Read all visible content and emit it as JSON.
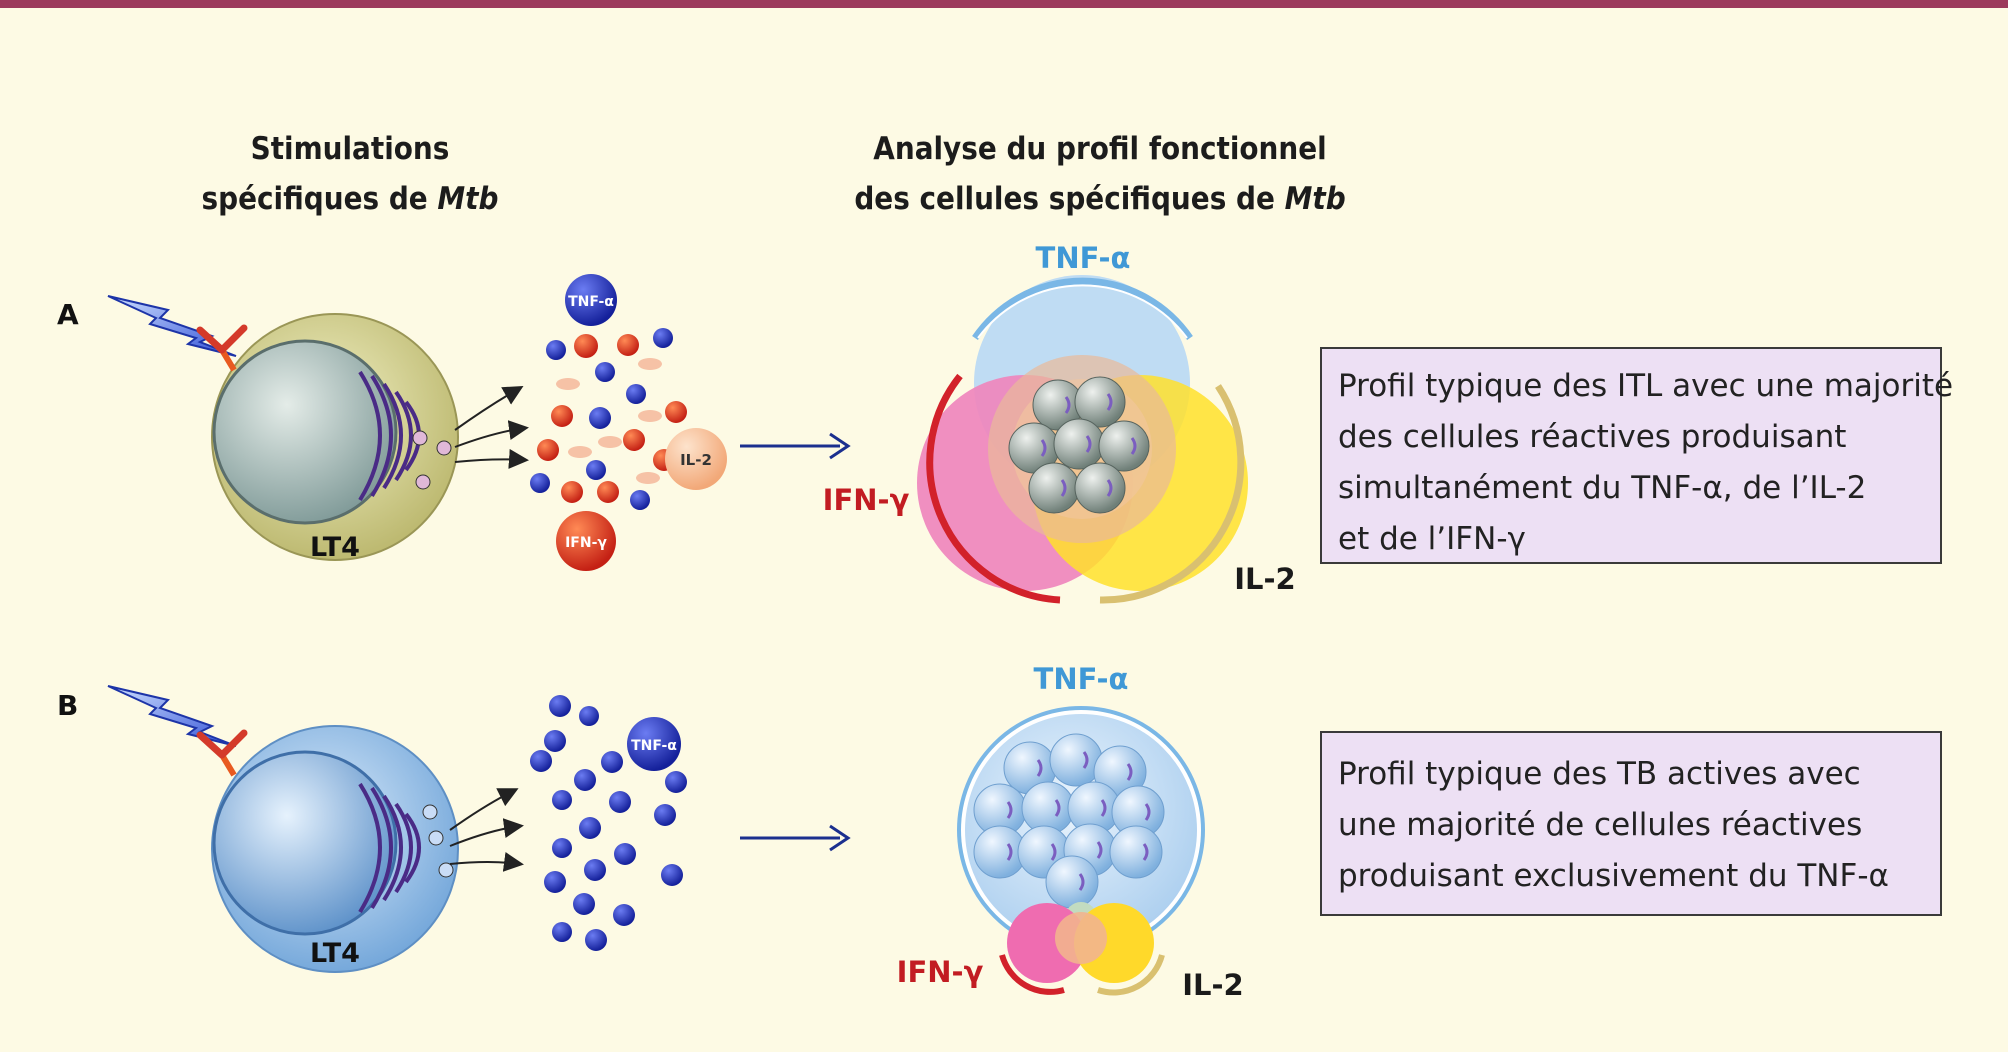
{
  "header": {
    "left_line1": "Stimulations",
    "left_line2_prefix": "spécifiques de ",
    "left_line2_italic": "Mtb",
    "right_line1": "Analyse du profil fonctionnel",
    "right_line2_prefix": "des cellules spécifiques de ",
    "right_line2_italic": "Mtb"
  },
  "panel_a": {
    "letter": "A",
    "cell_label": "LT4",
    "tnf_ball": "TNF-α",
    "il2_ball": "IL-2",
    "ifn_ball": "IFN-γ",
    "venn_tnf": "TNF-α",
    "venn_ifn": "IFN-γ",
    "venn_il2": "IL-2",
    "box_lines": [
      "Profil typique des ITL avec une majorité",
      "des cellules réactives produisant",
      "simultanément du TNF-α, de l’IL-2",
      "et de l’IFN-γ"
    ]
  },
  "panel_b": {
    "letter": "B",
    "cell_label": "LT4",
    "tnf_ball": "TNF-α",
    "venn_tnf": "TNF-α",
    "venn_ifn": "IFN-γ",
    "venn_il2": "IL-2",
    "box_lines": [
      "Profil typique des TB actives avec",
      "une majorité  de cellules réactives",
      "produisant exclusivement du TNF-α"
    ]
  },
  "colors": {
    "background": "#fdfae4",
    "top_bar": "#9c3a5c",
    "tnf_blue": "#1e2bb0",
    "ifn_red": "#cc2e1c",
    "il2_salmon": "#f4b98c",
    "tnf_label": "#3f98d6",
    "ifn_label": "#c21c22",
    "cell_a": "#d6d48c",
    "cell_b": "#a8cdf0",
    "box_fill": "#ede0f4"
  }
}
